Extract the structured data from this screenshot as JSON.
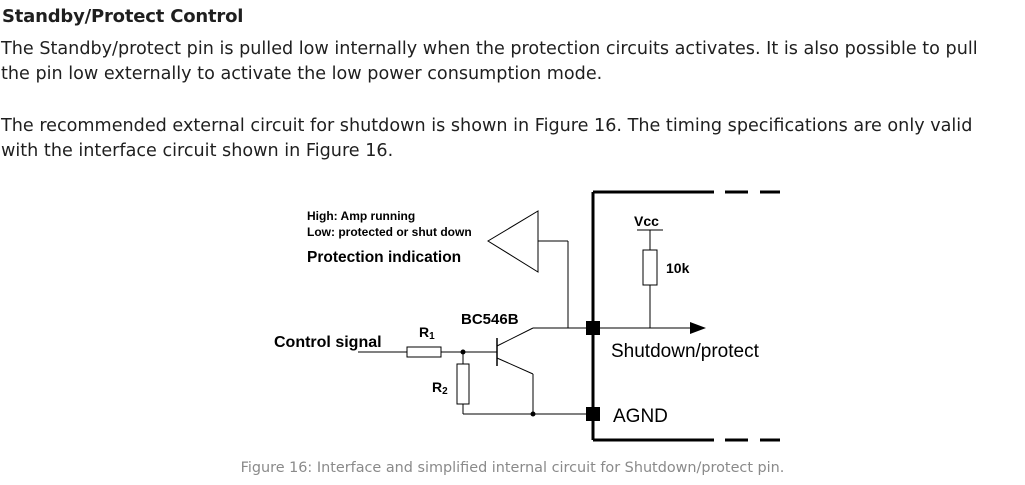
{
  "section": {
    "title": "Standby/Protect Control",
    "paragraph1": [
      "The Standby/protect pin is pulled low internally when the protection circuits activates. It is also possible to pull",
      "the pin low externally to activate the low power consumption mode."
    ],
    "paragraph2": [
      "The recommended external circuit for shutdown is shown in Figure 16. The timing specifications are only valid",
      "with the interface circuit shown in Figure 16."
    ]
  },
  "figure": {
    "labels": {
      "high_note": "High: Amp running",
      "low_note": "Low: protected or shut down",
      "protection_indication": "Protection indication",
      "transistor": "BC546B",
      "control_signal": "Control signal",
      "r1_main": "R",
      "r1_sub": "1",
      "r2_main": "R",
      "r2_sub": "2",
      "vcc": "Vcc",
      "pullup_resistor": "10k",
      "shutdown_pin": "Shutdown/protect",
      "agnd": "AGND"
    },
    "caption": "Figure 16: Interface and simplified internal circuit for Shutdown/protect pin."
  }
}
